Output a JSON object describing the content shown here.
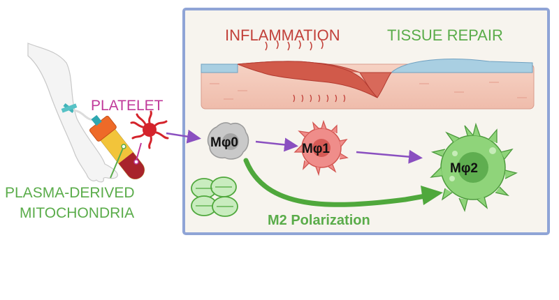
{
  "labels": {
    "platelet": "PLATELET",
    "plasma_line1": "PLASMA-DERIVED",
    "plasma_line2": "MITOCHONDRIA",
    "inflammation": "INFLAMMATION",
    "tissue_repair": "TISSUE REPAIR",
    "m0": "Mφ0",
    "m1": "Mφ1",
    "m2": "Mφ2",
    "polarization": "M2 Polarization"
  },
  "colors": {
    "platelet_text": "#c0399a",
    "green_text": "#5aac4a",
    "inflammation_text": "#c2413a",
    "panel_border": "#8fa4d6",
    "panel_bg": "#f7f4ee",
    "arrow_purple": "#8a4fc0",
    "arrow_green": "#4fa83c"
  }
}
